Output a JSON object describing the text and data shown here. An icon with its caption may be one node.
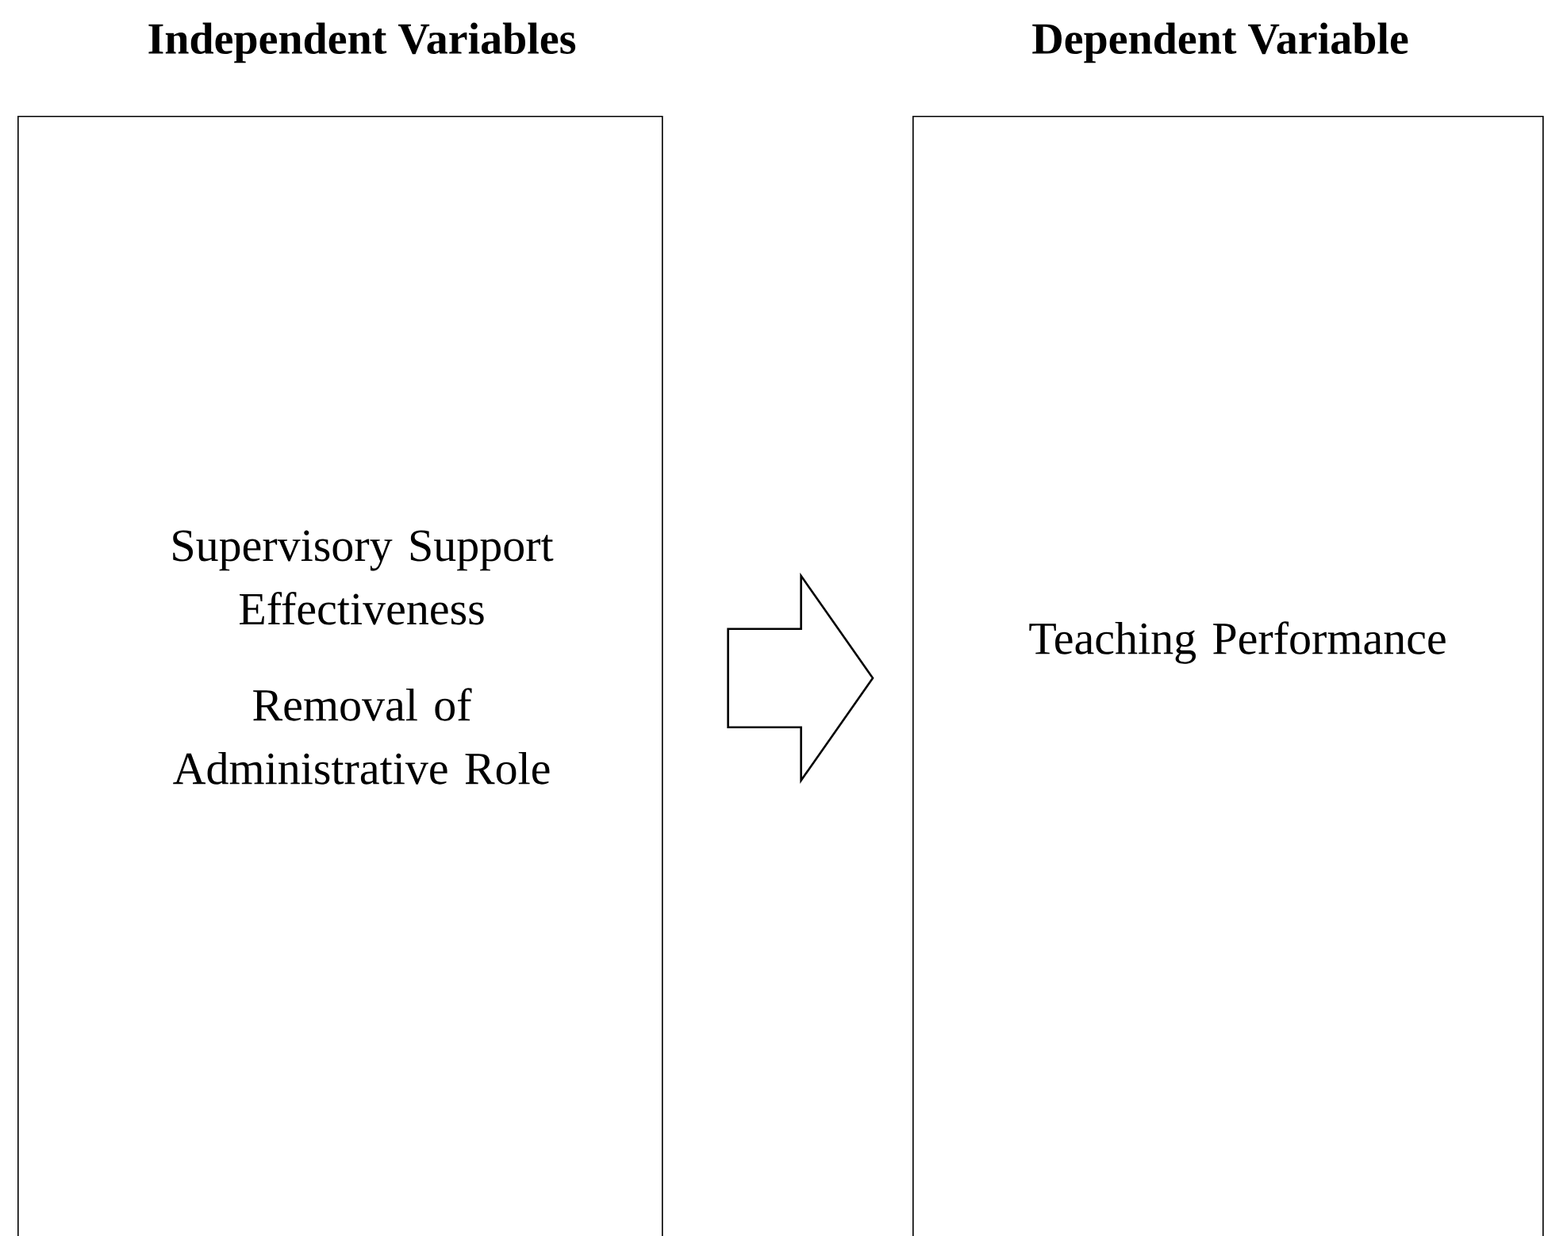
{
  "diagram": {
    "nodes": [
      {
        "text": [
          "Independent Variables",
          "Supervisory Support Effectiveness",
          "Removal of Administrative Role"
        ]
      },
      {
        "text": [
          "Dependent Variable",
          "Teaching Performance"
        ]
      }
    ],
    "edges": [
      {
        "from": 0,
        "to": 1,
        "arrow": "to"
      }
    ]
  }
}
